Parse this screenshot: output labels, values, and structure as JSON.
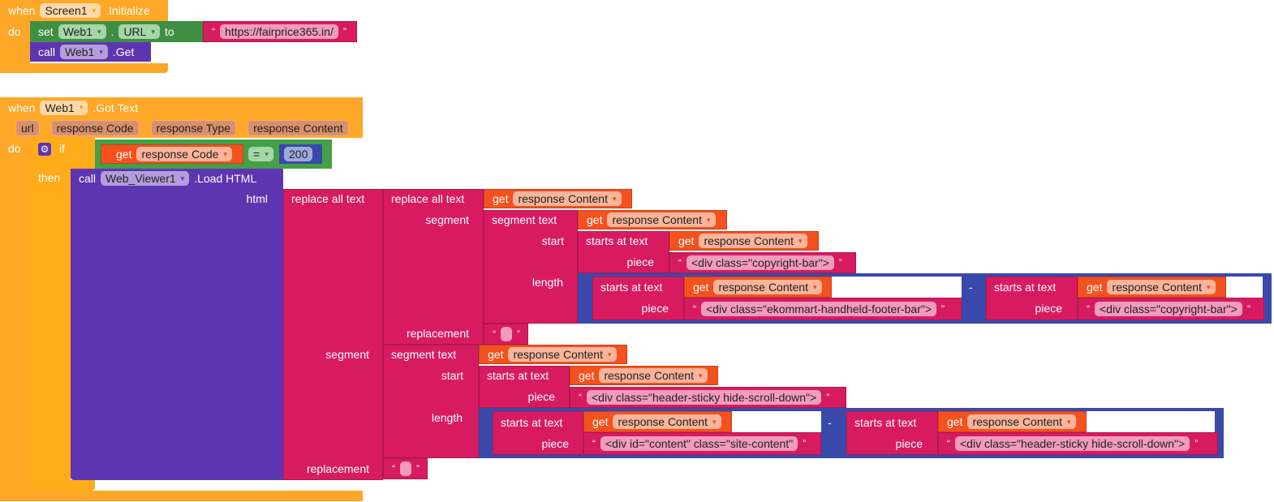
{
  "common": {
    "quote_open": "“",
    "quote_close": "”",
    "dropdown": "▾",
    "minus": "-",
    "get": "get",
    "starts_at_text": "starts at  text",
    "piece": "piece",
    "segment_text": "segment  text",
    "start": "start",
    "length": "length",
    "segment": "segment",
    "replacement": "replacement",
    "replace_all_text": "replace all text"
  },
  "event_initialize": {
    "when": "when",
    "component": "Screen1",
    "event": ".Initialize",
    "do": "do",
    "set": {
      "set": "set",
      "component": "Web1",
      "dot": ".",
      "property": "URL",
      "to": "to",
      "value": "https://fairprice365.in/"
    },
    "call": {
      "call": "call",
      "component": "Web1",
      "method": ".Get"
    }
  },
  "event_gottext": {
    "when": "when",
    "component": "Web1",
    "event": ".Got Text",
    "params": [
      "url",
      "response Code",
      "response Type",
      "response Content"
    ],
    "do": "do",
    "if": {
      "if": "if",
      "then": "then",
      "get_var": "response Code",
      "operator": "=",
      "number": "200"
    },
    "call": {
      "call": "call",
      "component": "Web_Viewer1",
      "method": ".Load HTML",
      "html": "html"
    },
    "var": "response Content",
    "texts": {
      "copyright": "<div class=\"copyright-bar\">",
      "footer": "<div class=\"ekommart-handheld-footer-bar\">",
      "header": "<div class=\"header-sticky hide-scroll-down\">",
      "content": "<div id=\"content\" class=\"site-content\"",
      "empty": ""
    }
  }
}
